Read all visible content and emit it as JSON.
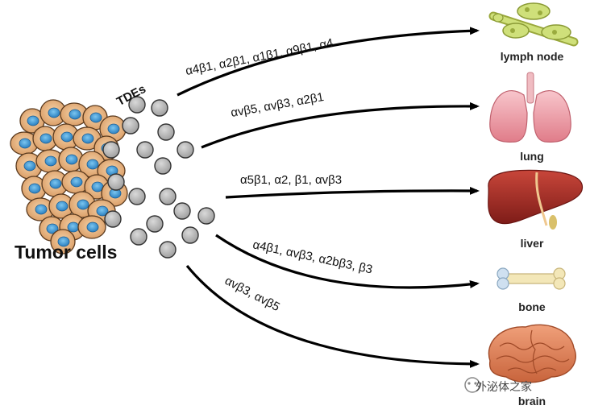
{
  "title": "Tumor cells",
  "tdes_label": "TDEs",
  "pathways": [
    {
      "integrins": "α4β1, α2β1, α1β1, α9β1, α4",
      "organ": "lymph node"
    },
    {
      "integrins": "αvβ5, αvβ3, α2β1",
      "organ": "lung"
    },
    {
      "integrins": "α5β1, α2, β1, αvβ3",
      "organ": "liver"
    },
    {
      "integrins": "α4β1, αvβ3, α2bβ3, β3",
      "organ": "bone"
    },
    {
      "integrins": "αvβ3, αvβ5",
      "organ": "brain"
    }
  ],
  "watermark": "外泌体之家",
  "colors": {
    "cell_fill": "#e8b98a",
    "cell_outline": "#5a3a1e",
    "nucleus": "#3a9ad9",
    "vesicle": "#b9b9b9",
    "liver": "#b5302a",
    "lung": "#f2a6ae",
    "brain": "#e68a5c",
    "lymph": "#c9d96a",
    "bone": "#f3e7b8"
  }
}
